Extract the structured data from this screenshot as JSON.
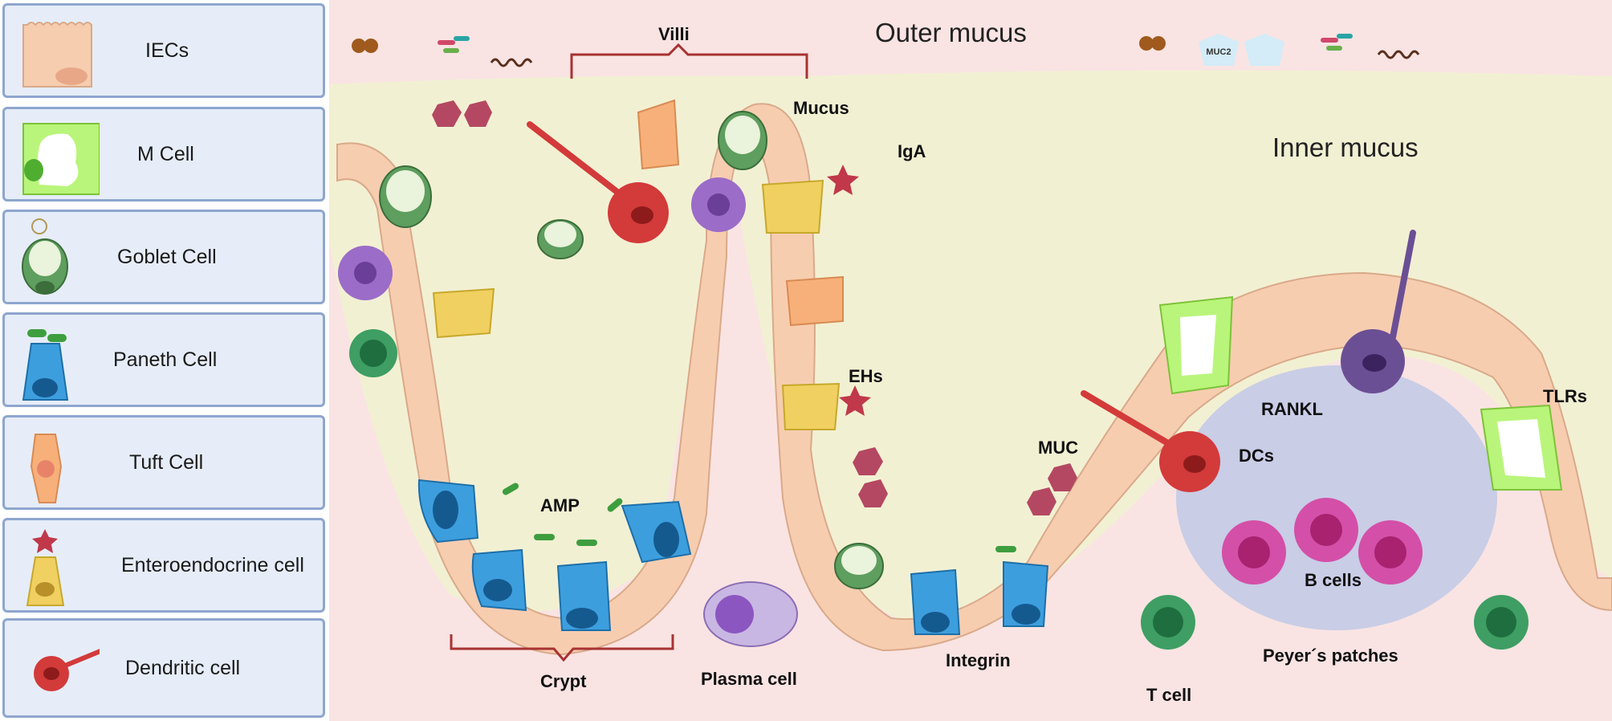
{
  "legend": {
    "items": [
      {
        "label": "IECs"
      },
      {
        "label": "M Cell"
      },
      {
        "label": "Goblet Cell"
      },
      {
        "label": "Paneth Cell"
      },
      {
        "label": "Tuft Cell"
      },
      {
        "label": "Enteroendocrine cell"
      },
      {
        "label": "Dendritic cell"
      }
    ]
  },
  "regions": {
    "outer_mucus": "Outer mucus",
    "inner_mucus": "Inner mucus"
  },
  "labels": {
    "villi": "Villi",
    "crypt": "Crypt",
    "mucus": "Mucus",
    "iga": "IgA",
    "ehs": "EHs",
    "amp": "AMP",
    "plasma_cell": "Plasma cell",
    "integrin": "Integrin",
    "muc": "MUC",
    "t_cell": "T cell",
    "peyers_patches": "Peyer´s patches",
    "b_cells": "B cells",
    "dcs": "DCs",
    "rankl": "RANKL",
    "tlrs": "TLRs",
    "muc2": "MUC2"
  },
  "colors": {
    "outer_mucus_bg": "#f9e4e3",
    "inner_mucus_bg": "#f2f0d3",
    "iec": "#f7cdb0",
    "m_cell": "#b9f57a",
    "goblet": "#5e9e5e",
    "paneth": "#3d9ede",
    "tuft": "#f7b07a",
    "enteroendocrine": "#f0d060",
    "dendritic": "#d33a3a",
    "peyers_patch": "#c9cde6",
    "b_cell": "#d44fa8",
    "t_cell": "#3e9e63",
    "bracket": "#a83232"
  },
  "icons": [
    "iec-icon",
    "m-cell-icon",
    "goblet-cell-icon",
    "paneth-cell-icon",
    "tuft-cell-icon",
    "enteroendocrine-cell-icon",
    "dendritic-cell-icon",
    "antibody-icon",
    "bacteria-icon",
    "mucin-icon"
  ]
}
